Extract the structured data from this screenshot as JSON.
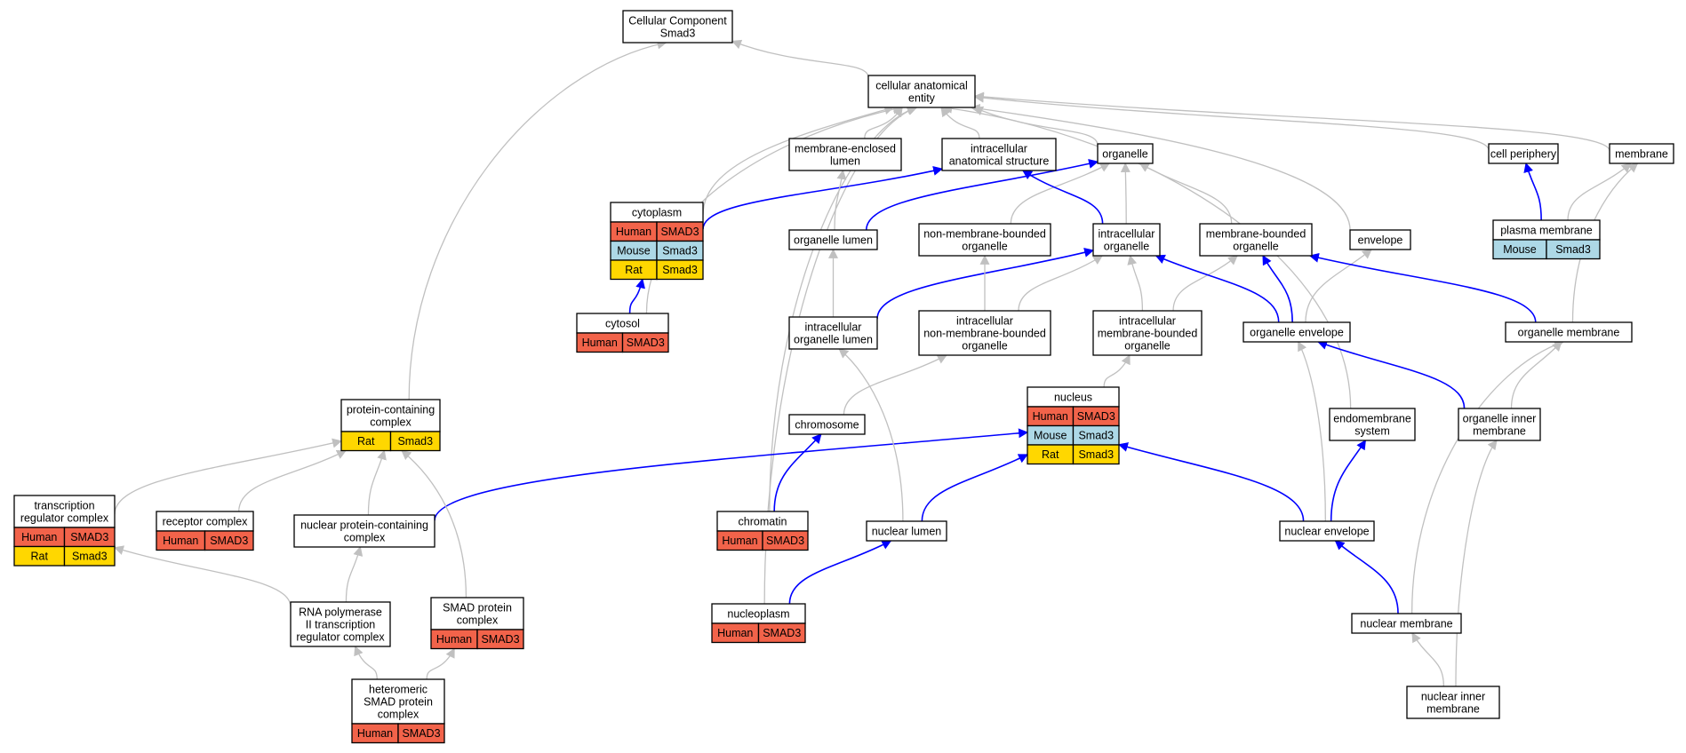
{
  "colors": {
    "human": "#F2634A",
    "mouse": "#ADD8E6",
    "rat": "#FFD700",
    "edge_is_a": "#C0C0C0",
    "edge_part_of": "#0000FF",
    "node_border": "#000000",
    "background": "#FFFFFF"
  },
  "nodes": [
    {
      "id": "cc",
      "lines": [
        "Cellular Component",
        "Smad3"
      ],
      "rows": []
    },
    {
      "id": "cae",
      "lines": [
        "cellular anatomical",
        "entity"
      ],
      "rows": []
    },
    {
      "id": "mel",
      "lines": [
        "membrane-enclosed",
        "lumen"
      ],
      "rows": []
    },
    {
      "id": "ias",
      "lines": [
        "intracellular",
        "anatomical structure"
      ],
      "rows": []
    },
    {
      "id": "org",
      "lines": [
        "organelle"
      ],
      "rows": []
    },
    {
      "id": "cper",
      "lines": [
        "cell periphery"
      ],
      "rows": []
    },
    {
      "id": "mem",
      "lines": [
        "membrane"
      ],
      "rows": []
    },
    {
      "id": "cyto",
      "lines": [
        "cytoplasm"
      ],
      "rows": [
        [
          "Human",
          "SMAD3",
          "human"
        ],
        [
          "Mouse",
          "Smad3",
          "mouse"
        ],
        [
          "Rat",
          "Smad3",
          "rat"
        ]
      ]
    },
    {
      "id": "olum",
      "lines": [
        "organelle lumen"
      ],
      "rows": []
    },
    {
      "id": "nmbo",
      "lines": [
        "non-membrane-bounded",
        "organelle"
      ],
      "rows": []
    },
    {
      "id": "io",
      "lines": [
        "intracellular",
        "organelle"
      ],
      "rows": []
    },
    {
      "id": "mbo",
      "lines": [
        "membrane-bounded",
        "organelle"
      ],
      "rows": []
    },
    {
      "id": "env",
      "lines": [
        "envelope"
      ],
      "rows": []
    },
    {
      "id": "pm",
      "lines": [
        "plasma membrane"
      ],
      "rows": [
        [
          "Mouse",
          "Smad3",
          "mouse"
        ]
      ]
    },
    {
      "id": "cytosol",
      "lines": [
        "cytosol"
      ],
      "rows": [
        [
          "Human",
          "SMAD3",
          "human"
        ]
      ]
    },
    {
      "id": "iol",
      "lines": [
        "intracellular",
        "organelle lumen"
      ],
      "rows": []
    },
    {
      "id": "inmbo",
      "lines": [
        "intracellular",
        "non-membrane-bounded",
        "organelle"
      ],
      "rows": []
    },
    {
      "id": "imbo",
      "lines": [
        "intracellular",
        "membrane-bounded",
        "organelle"
      ],
      "rows": []
    },
    {
      "id": "oenv",
      "lines": [
        "organelle envelope"
      ],
      "rows": []
    },
    {
      "id": "omem",
      "lines": [
        "organelle membrane"
      ],
      "rows": []
    },
    {
      "id": "pcc",
      "lines": [
        "protein-containing",
        "complex"
      ],
      "rows": [
        [
          "Rat",
          "Smad3",
          "rat"
        ]
      ]
    },
    {
      "id": "nuc",
      "lines": [
        "nucleus"
      ],
      "rows": [
        [
          "Human",
          "SMAD3",
          "human"
        ],
        [
          "Mouse",
          "Smad3",
          "mouse"
        ],
        [
          "Rat",
          "Smad3",
          "rat"
        ]
      ]
    },
    {
      "id": "chrom",
      "lines": [
        "chromosome"
      ],
      "rows": []
    },
    {
      "id": "endo",
      "lines": [
        "endomembrane",
        "system"
      ],
      "rows": []
    },
    {
      "id": "oim",
      "lines": [
        "organelle inner",
        "membrane"
      ],
      "rows": []
    },
    {
      "id": "trc",
      "lines": [
        "transcription",
        "regulator complex"
      ],
      "rows": [
        [
          "Human",
          "SMAD3",
          "human"
        ],
        [
          "Rat",
          "Smad3",
          "rat"
        ]
      ]
    },
    {
      "id": "rc",
      "lines": [
        "receptor complex"
      ],
      "rows": [
        [
          "Human",
          "SMAD3",
          "human"
        ]
      ]
    },
    {
      "id": "npcc",
      "lines": [
        "nuclear protein-containing",
        "complex"
      ],
      "rows": []
    },
    {
      "id": "chromatin",
      "lines": [
        "chromatin"
      ],
      "rows": [
        [
          "Human",
          "SMAD3",
          "human"
        ]
      ]
    },
    {
      "id": "nlum",
      "lines": [
        "nuclear lumen"
      ],
      "rows": []
    },
    {
      "id": "nenv",
      "lines": [
        "nuclear envelope"
      ],
      "rows": []
    },
    {
      "id": "rnap",
      "lines": [
        "RNA polymerase",
        "II transcription",
        "regulator complex"
      ],
      "rows": []
    },
    {
      "id": "smadpc",
      "lines": [
        "SMAD protein",
        "complex"
      ],
      "rows": [
        [
          "Human",
          "SMAD3",
          "human"
        ]
      ]
    },
    {
      "id": "nplasm",
      "lines": [
        "nucleoplasm"
      ],
      "rows": [
        [
          "Human",
          "SMAD3",
          "human"
        ]
      ]
    },
    {
      "id": "nmem",
      "lines": [
        "nuclear membrane"
      ],
      "rows": []
    },
    {
      "id": "hsmad",
      "lines": [
        "heteromeric",
        "SMAD protein",
        "complex"
      ],
      "rows": [
        [
          "Human",
          "SMAD3",
          "human"
        ]
      ]
    },
    {
      "id": "nim",
      "lines": [
        "nuclear inner",
        "membrane"
      ],
      "rows": []
    }
  ],
  "edges": [
    {
      "from": "cae",
      "to": "cc",
      "type": "is_a"
    },
    {
      "from": "pcc",
      "to": "cc",
      "type": "is_a"
    },
    {
      "from": "mel",
      "to": "cae",
      "type": "is_a"
    },
    {
      "from": "ias",
      "to": "cae",
      "type": "is_a"
    },
    {
      "from": "org",
      "to": "cae",
      "type": "is_a"
    },
    {
      "from": "cper",
      "to": "cae",
      "type": "is_a"
    },
    {
      "from": "mem",
      "to": "cae",
      "type": "is_a"
    },
    {
      "from": "cyto",
      "to": "cae",
      "type": "is_a"
    },
    {
      "from": "cytosol",
      "to": "cae",
      "type": "is_a"
    },
    {
      "from": "chromatin",
      "to": "cae",
      "type": "is_a"
    },
    {
      "from": "nplasm",
      "to": "cae",
      "type": "is_a"
    },
    {
      "from": "endo",
      "to": "cae",
      "type": "is_a"
    },
    {
      "from": "env",
      "to": "cae",
      "type": "is_a"
    },
    {
      "from": "cyto",
      "to": "ias",
      "type": "part_of"
    },
    {
      "from": "olum",
      "to": "mel",
      "type": "is_a"
    },
    {
      "from": "olum",
      "to": "org",
      "type": "part_of"
    },
    {
      "from": "nmbo",
      "to": "org",
      "type": "is_a"
    },
    {
      "from": "io",
      "to": "org",
      "type": "is_a"
    },
    {
      "from": "io",
      "to": "ias",
      "type": "part_of"
    },
    {
      "from": "mbo",
      "to": "org",
      "type": "is_a"
    },
    {
      "from": "pm",
      "to": "cper",
      "type": "part_of"
    },
    {
      "from": "pm",
      "to": "mem",
      "type": "is_a"
    },
    {
      "from": "cytosol",
      "to": "cyto",
      "type": "part_of"
    },
    {
      "from": "iol",
      "to": "olum",
      "type": "is_a"
    },
    {
      "from": "iol",
      "to": "io",
      "type": "part_of"
    },
    {
      "from": "inmbo",
      "to": "nmbo",
      "type": "is_a"
    },
    {
      "from": "inmbo",
      "to": "io",
      "type": "is_a"
    },
    {
      "from": "imbo",
      "to": "io",
      "type": "is_a"
    },
    {
      "from": "imbo",
      "to": "mbo",
      "type": "is_a"
    },
    {
      "from": "oenv",
      "to": "env",
      "type": "is_a"
    },
    {
      "from": "oenv",
      "to": "mbo",
      "type": "part_of"
    },
    {
      "from": "oenv",
      "to": "io",
      "type": "part_of"
    },
    {
      "from": "omem",
      "to": "mbo",
      "type": "part_of"
    },
    {
      "from": "omem",
      "to": "mem",
      "type": "is_a"
    },
    {
      "from": "nuc",
      "to": "imbo",
      "type": "is_a"
    },
    {
      "from": "chrom",
      "to": "inmbo",
      "type": "is_a"
    },
    {
      "from": "oim",
      "to": "omem",
      "type": "is_a"
    },
    {
      "from": "oim",
      "to": "oenv",
      "type": "part_of"
    },
    {
      "from": "trc",
      "to": "pcc",
      "type": "is_a"
    },
    {
      "from": "rc",
      "to": "pcc",
      "type": "is_a"
    },
    {
      "from": "npcc",
      "to": "pcc",
      "type": "is_a"
    },
    {
      "from": "npcc",
      "to": "nuc",
      "type": "part_of"
    },
    {
      "from": "smadpc",
      "to": "pcc",
      "type": "is_a"
    },
    {
      "from": "chromatin",
      "to": "chrom",
      "type": "part_of"
    },
    {
      "from": "nlum",
      "to": "iol",
      "type": "is_a"
    },
    {
      "from": "nlum",
      "to": "nuc",
      "type": "part_of"
    },
    {
      "from": "nenv",
      "to": "oenv",
      "type": "is_a"
    },
    {
      "from": "nenv",
      "to": "endo",
      "type": "part_of"
    },
    {
      "from": "nenv",
      "to": "nuc",
      "type": "part_of"
    },
    {
      "from": "rnap",
      "to": "trc",
      "type": "is_a"
    },
    {
      "from": "rnap",
      "to": "npcc",
      "type": "is_a"
    },
    {
      "from": "nplasm",
      "to": "nlum",
      "type": "part_of"
    },
    {
      "from": "nmem",
      "to": "nenv",
      "type": "part_of"
    },
    {
      "from": "nmem",
      "to": "omem",
      "type": "is_a"
    },
    {
      "from": "hsmad",
      "to": "rnap",
      "type": "is_a"
    },
    {
      "from": "hsmad",
      "to": "smadpc",
      "type": "is_a"
    },
    {
      "from": "nim",
      "to": "nmem",
      "type": "is_a"
    },
    {
      "from": "nim",
      "to": "oim",
      "type": "is_a"
    }
  ]
}
